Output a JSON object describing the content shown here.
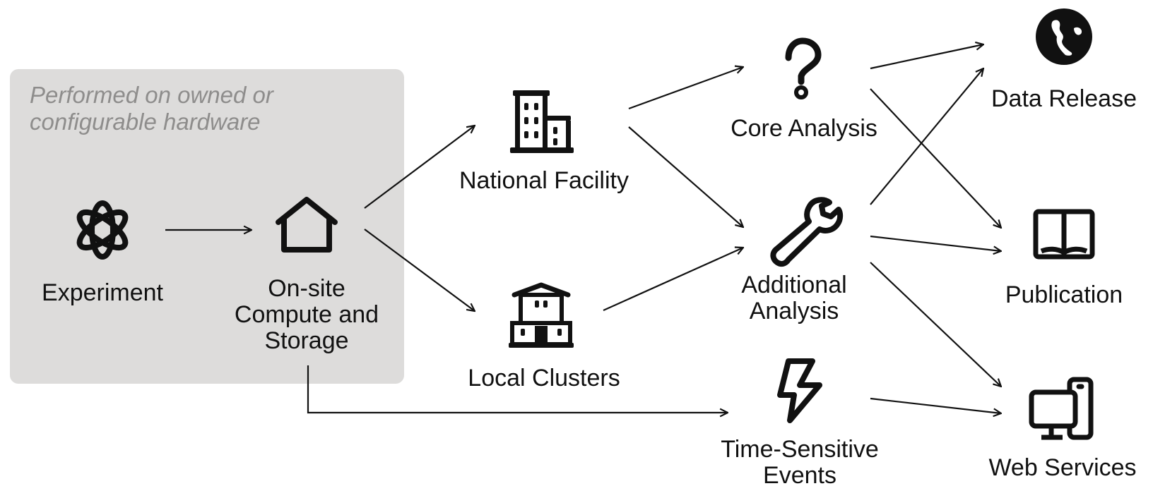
{
  "group": {
    "caption": "Performed on owned or\nconfigurable hardware"
  },
  "nodes": {
    "experiment": "Experiment",
    "onsite": "On-site\nCompute and\nStorage",
    "national": "National Facility",
    "local": "Local Clusters",
    "core": "Core Analysis",
    "additional": "Additional\nAnalysis",
    "time": "Time-Sensitive\nEvents",
    "release": "Data Release",
    "publication": "Publication",
    "web": "Web Services"
  },
  "icons": {
    "experiment": "atom-icon",
    "onsite": "house-icon",
    "national": "office-building-icon",
    "local": "campus-building-icon",
    "core": "question-mark-icon",
    "additional": "wrench-icon",
    "time": "lightning-bolt-icon",
    "release": "globe-icon",
    "publication": "open-book-icon",
    "web": "monitor-and-phone-icon"
  },
  "colors": {
    "group_background": "#dddcdb",
    "group_caption": "#8e8d8c",
    "line": "#111111"
  }
}
